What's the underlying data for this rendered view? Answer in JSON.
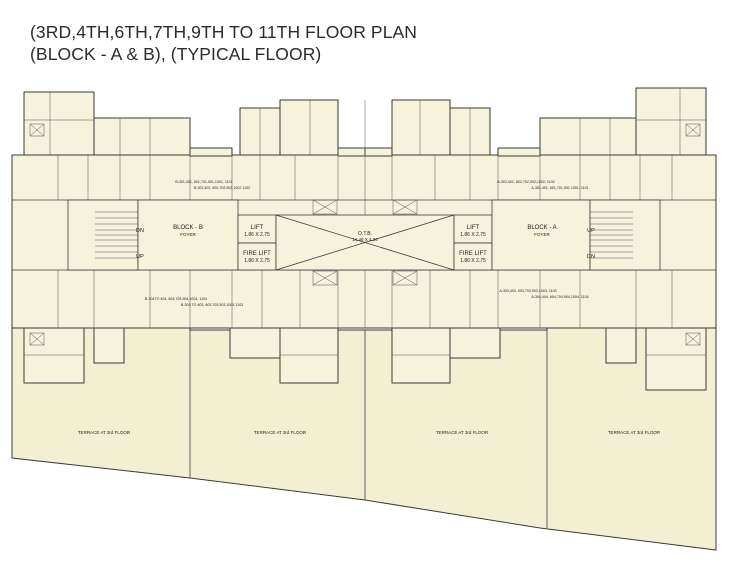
{
  "title": {
    "line1": "(3RD,4TH,6TH,7TH,9TH TO 11TH FLOOR PLAN",
    "line2": "(BLOCK - A & B), (TYPICAL FLOOR)"
  },
  "block_b": {
    "name": "BLOCK - B",
    "foyer": "FOYER",
    "dn": "DN",
    "up": "UP"
  },
  "block_a": {
    "name": "BLOCK - A",
    "foyer": "FOYER",
    "up": "UP",
    "dn": "DN"
  },
  "lifts": {
    "left_lift": {
      "name": "LIFT",
      "size": "1.86 X 2.75"
    },
    "left_fire_lift": {
      "name": "FIRE LIFT",
      "size": "1.86 X 2.75"
    },
    "right_lift": {
      "name": "LIFT",
      "size": "1.86 X 2.75"
    },
    "right_fire_lift": {
      "name": "FIRE LIFT",
      "size": "1.86 X 2.75"
    }
  },
  "otb": {
    "name": "O.T.B.",
    "size": "14.46 X 4.26"
  },
  "terraces": [
    "TERRACE AT 3rd FLOOR",
    "TERRACE AT 3rd FLOOR",
    "TERRACE AT 3rd FLOOR",
    "TERRACE AT 3rd FLOOR"
  ],
  "flat_numbers": {
    "b_top_left": "B-301,401, 601,701,901,1001, 1101",
    "b_top_right": "B-302,402, 602,702,902,1002 1102",
    "b_bottom_left": "B-304TO 404, 604,704,904,1004, 1104",
    "b_bottom_right": "B-303 TO 403, 603,703,903,1003 1103",
    "a_top_left": "A-302,402, 602,702,902,1002, 1102",
    "a_top_right": "A-301,401, 601,701,901 1001, 1101",
    "a_bottom_left": "A-303,403, 603,703,903,1003, 1103",
    "a_bottom_right": "A-304,404, 604,704,904,1004, 1104"
  },
  "colors": {
    "plan_fill": "#f6f2db",
    "terrace_fill": "#f3efd2",
    "line": "#3b3b3b"
  }
}
